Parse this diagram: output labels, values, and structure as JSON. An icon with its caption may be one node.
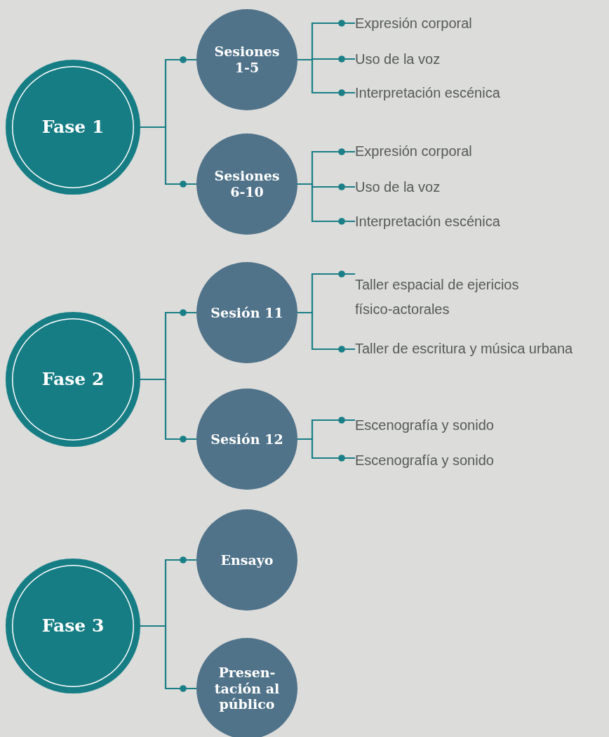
{
  "diagram": {
    "nodes": [
      {
        "text": [
          "Fase 1"
        ]
      },
      {
        "text": [
          "Sesiones 1-5"
        ]
      },
      {
        "text": [
          "Expresión corporal"
        ]
      },
      {
        "text": [
          "Uso de la voz"
        ]
      },
      {
        "text": [
          "Interpretación escénica"
        ]
      },
      {
        "text": [
          "Sesiones 6-10"
        ]
      },
      {
        "text": [
          "Expresión corporal"
        ]
      },
      {
        "text": [
          "Uso de la voz"
        ]
      },
      {
        "text": [
          "Interpretación escénica"
        ]
      },
      {
        "text": [
          "Fase 2"
        ]
      },
      {
        "text": [
          "Sesión 11"
        ]
      },
      {
        "text": [
          "Taller espacial de ejericios físico-actorales"
        ]
      },
      {
        "text": [
          "Taller de escritura y música urbana"
        ]
      },
      {
        "text": [
          "Sesión 12"
        ]
      },
      {
        "text": [
          "Escenografía y sonido"
        ]
      },
      {
        "text": [
          "Escenografía y sonido"
        ]
      },
      {
        "text": [
          "Fase 3"
        ]
      },
      {
        "text": [
          "Ensayo"
        ]
      },
      {
        "text": [
          "Presen- tación al público"
        ]
      }
    ],
    "edges": [
      {
        "from": 0,
        "to": 1,
        "arrow": "other"
      },
      {
        "from": 0,
        "to": 5,
        "arrow": "other"
      },
      {
        "from": 1,
        "to": 2,
        "arrow": "other"
      },
      {
        "from": 1,
        "to": 3,
        "arrow": "other"
      },
      {
        "from": 1,
        "to": 4,
        "arrow": "other"
      },
      {
        "from": 5,
        "to": 6,
        "arrow": "other"
      },
      {
        "from": 5,
        "to": 7,
        "arrow": "other"
      },
      {
        "from": 5,
        "to": 8,
        "arrow": "other"
      },
      {
        "from": 9,
        "to": 10,
        "arrow": "other"
      },
      {
        "from": 9,
        "to": 13,
        "arrow": "other"
      },
      {
        "from": 10,
        "to": 11,
        "arrow": "other"
      },
      {
        "from": 10,
        "to": 12,
        "arrow": "other"
      },
      {
        "from": 13,
        "to": 14,
        "arrow": "other"
      },
      {
        "from": 13,
        "to": 15,
        "arrow": "other"
      },
      {
        "from": 16,
        "to": 17,
        "arrow": "other"
      },
      {
        "from": 16,
        "to": 18,
        "arrow": "other"
      }
    ]
  }
}
